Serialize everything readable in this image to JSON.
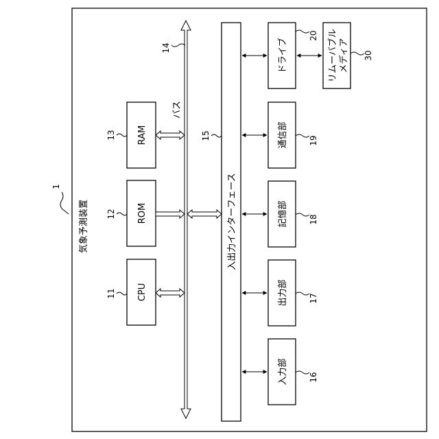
{
  "device": {
    "title": "気象予測装置",
    "ref": "1"
  },
  "bus": {
    "label": "バス",
    "ref": "14"
  },
  "io_interface": {
    "label": "入出力インターフェース",
    "ref": "15"
  },
  "blocks": {
    "cpu": {
      "label": "CPU",
      "ref": "11"
    },
    "rom": {
      "label": "ROM",
      "ref": "12"
    },
    "ram": {
      "label": "RAM",
      "ref": "13"
    },
    "input": {
      "label": "入力部",
      "ref": "16"
    },
    "output": {
      "label": "出力部",
      "ref": "17"
    },
    "storage": {
      "label": "記憶部",
      "ref": "18"
    },
    "comm": {
      "label": "通信部",
      "ref": "19"
    },
    "drive": {
      "label": "ドライブ",
      "ref": "20"
    },
    "media": {
      "label_line1": "リムーバブル",
      "label_line2": "メディア",
      "ref": "30"
    }
  }
}
